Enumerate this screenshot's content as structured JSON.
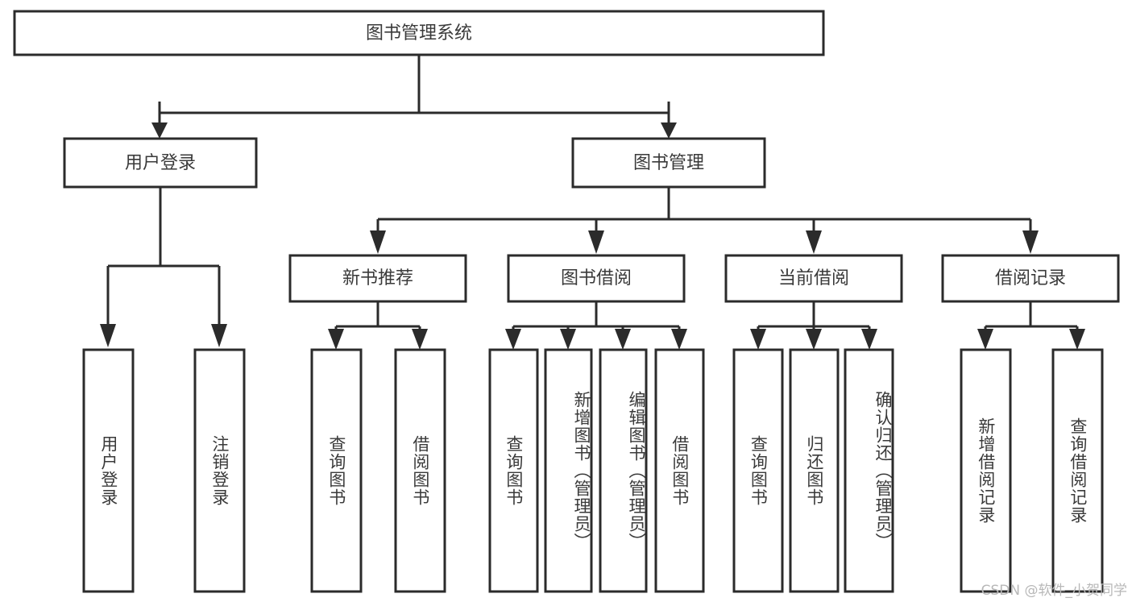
{
  "diagram": {
    "title": "图书管理系统",
    "watermark": "CSDN @软件_小贺同学",
    "colors": {
      "stroke": "#2b2b2b",
      "box_fill": "#ffffff",
      "text": "#3a3a3a",
      "background": "#ffffff",
      "watermark": "#b8b8b8"
    },
    "root": {
      "label": "图书管理系统"
    },
    "level2": [
      {
        "label": "用户登录"
      },
      {
        "label": "图书管理"
      }
    ],
    "level3": [
      {
        "label": "新书推荐"
      },
      {
        "label": "图书借阅"
      },
      {
        "label": "当前借阅"
      },
      {
        "label": "借阅记录"
      }
    ],
    "leaves": {
      "user_login": [
        {
          "label": "用户登录"
        },
        {
          "label": "注销登录"
        }
      ],
      "new_book_recommend": [
        {
          "label": "查询图书"
        },
        {
          "label": "借阅图书"
        }
      ],
      "book_borrow": [
        {
          "label": "查询图书"
        },
        {
          "label": "新增图书（管理员）"
        },
        {
          "label": "编辑图书（管理员）"
        },
        {
          "label": "借阅图书"
        }
      ],
      "current_borrow": [
        {
          "label": "查询图书"
        },
        {
          "label": "归还图书"
        },
        {
          "label": "确认归还（管理员）"
        }
      ],
      "borrow_record": [
        {
          "label": "新增借阅记录"
        },
        {
          "label": "查询借阅记录"
        }
      ]
    }
  }
}
